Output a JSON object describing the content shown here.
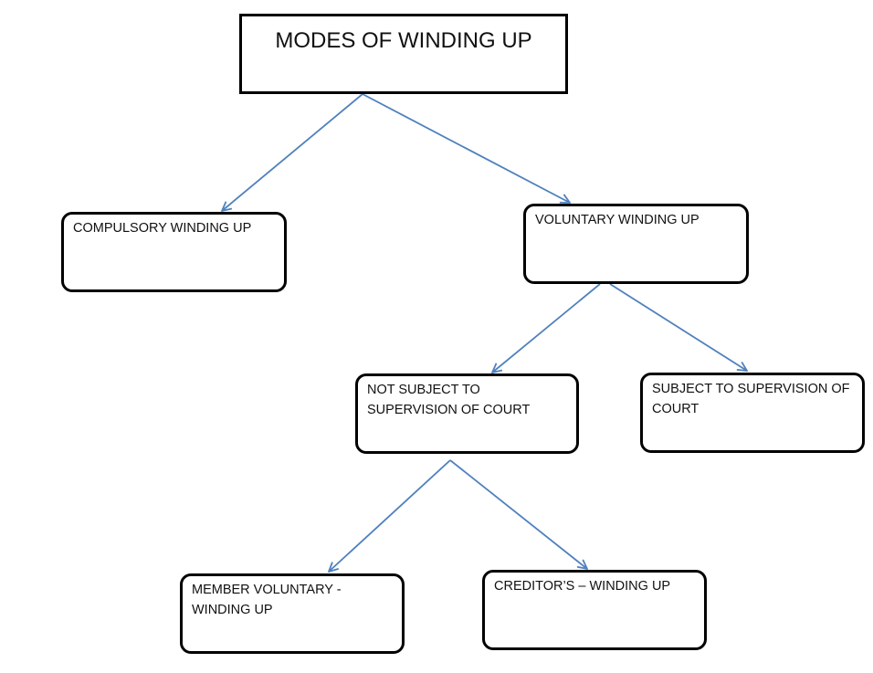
{
  "diagram": {
    "root": "MODES OF WINDING UP",
    "compulsory": "COMPULSORY WINDING UP",
    "voluntary": "VOLUNTARY WINDING UP",
    "not_subject": "NOT SUBJECT TO\nSUPERVISION OF COURT",
    "subject": "SUBJECT TO SUPERVISION OF\nCOURT",
    "member": "MEMBER VOLUNTARY -\nWINDING UP",
    "creditors": "CREDITOR’S – WINDING UP"
  },
  "colors": {
    "connector": "#4f81bd",
    "box_border": "#000000"
  }
}
